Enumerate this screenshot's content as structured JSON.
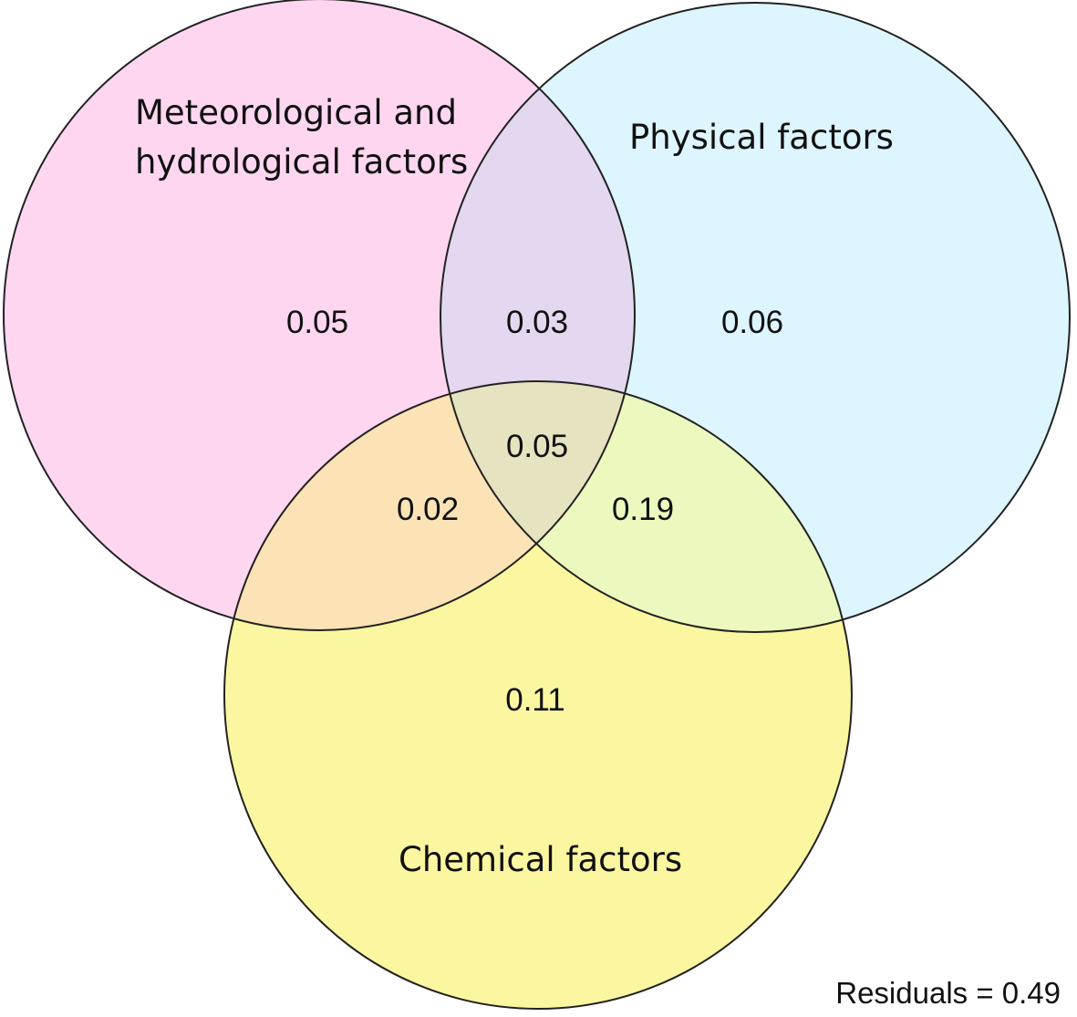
{
  "diagram": {
    "sets": [
      {
        "key": "meteo",
        "label_lines": [
          "Meteorological and",
          "hydrological factors"
        ],
        "fill": "#FFD6F0"
      },
      {
        "key": "physical",
        "label_lines": [
          "Physical factors"
        ],
        "fill": "#DDF5FF"
      },
      {
        "key": "chemical",
        "label_lines": [
          "Chemical factors"
        ],
        "fill": "#FAF7A0"
      }
    ],
    "region_fills": {
      "meteo_physical": "#E3D8F0",
      "meteo_chemical": "#FCE3B6",
      "physical_chemical": "#EBF9BE",
      "all": "#E6E3C0"
    },
    "regions": {
      "meteo_only": "0.05",
      "meteo_physical": "0.03",
      "physical_only": "0.06",
      "all": "0.05",
      "meteo_chemical": "0.02",
      "physical_chemical": "0.19",
      "chemical_only": "0.11"
    },
    "residuals": "Residuals = 0.49",
    "outline_color": "#222222"
  }
}
